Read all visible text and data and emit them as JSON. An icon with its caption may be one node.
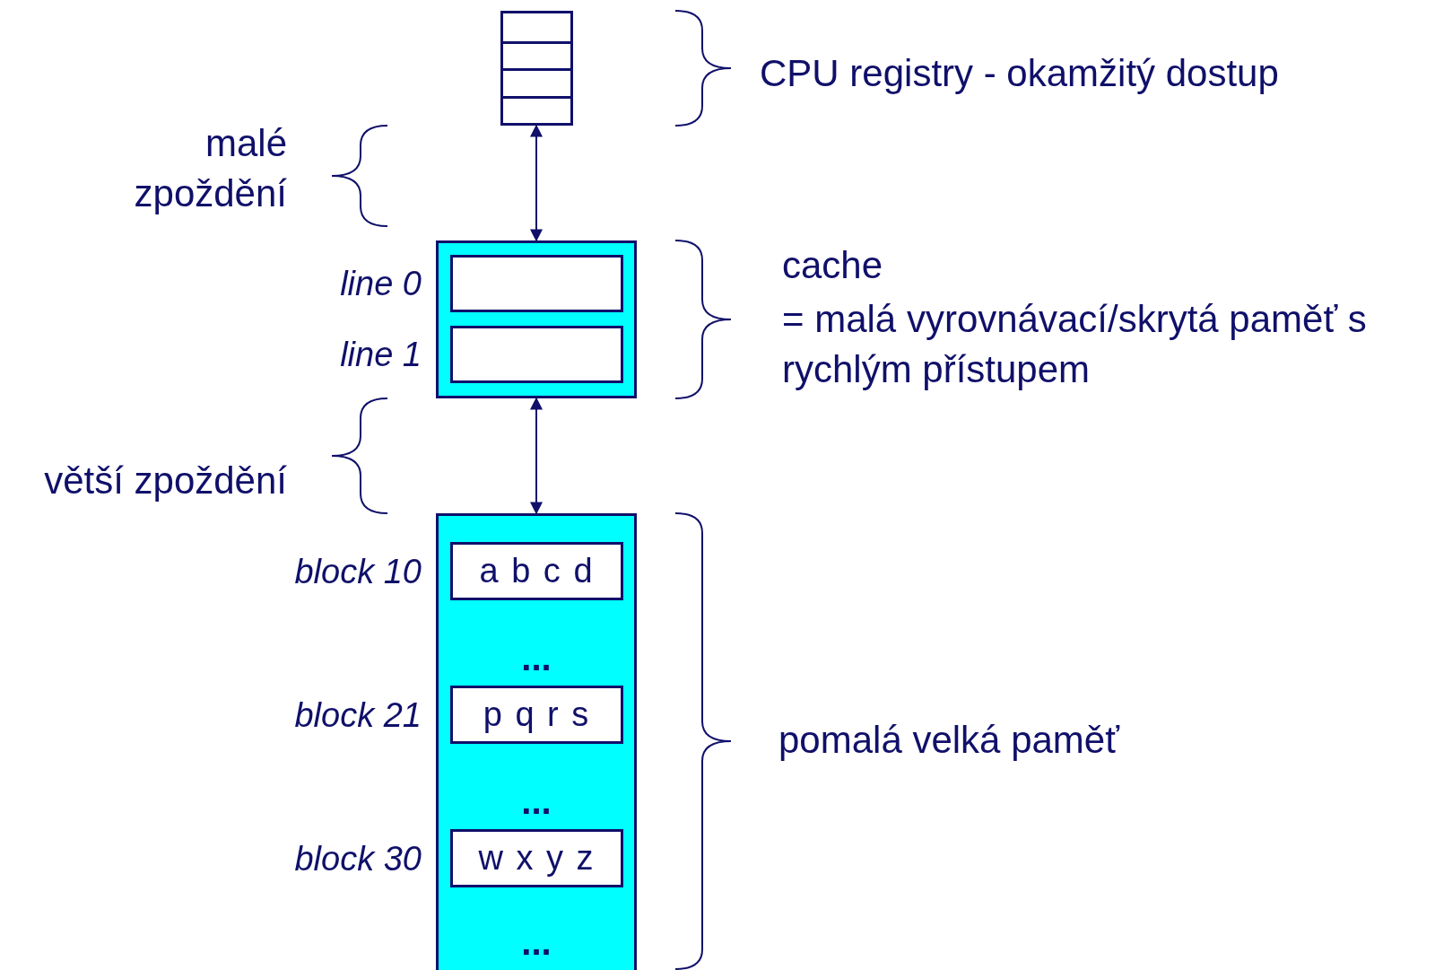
{
  "diagram": {
    "nodes": [
      {
        "text": [],
        "shape": "box"
      },
      {
        "text": [],
        "shape": "box"
      },
      {
        "text": [],
        "shape": "box",
        "in": 1,
        "beside": [
          "line 0"
        ]
      },
      {
        "text": [],
        "shape": "box",
        "in": 1,
        "beside": [
          "line 1"
        ]
      },
      {
        "text": [],
        "shape": "box"
      },
      {
        "text": [
          "a b c d"
        ],
        "in": 4,
        "beside": [
          "block 10"
        ]
      },
      {
        "text": [
          "p q r s"
        ],
        "in": 4,
        "beside": [
          "block 21"
        ]
      },
      {
        "text": [
          "w x y z"
        ],
        "in": 4,
        "beside": [
          "block 30"
        ]
      }
    ],
    "edges": [
      {
        "from": 0,
        "to": 1,
        "arrow": "both"
      },
      {
        "from": 1,
        "to": 4,
        "arrow": "both"
      }
    ],
    "labels": [
      "CPU registry - okamžitý dostup",
      "malé zpoždění",
      "cache",
      "= malá vyrovnávací/skrytá paměť s rychlým přístupem",
      "větší zpoždění",
      "...",
      "...",
      "...",
      "pomalá velká paměť"
    ]
  }
}
